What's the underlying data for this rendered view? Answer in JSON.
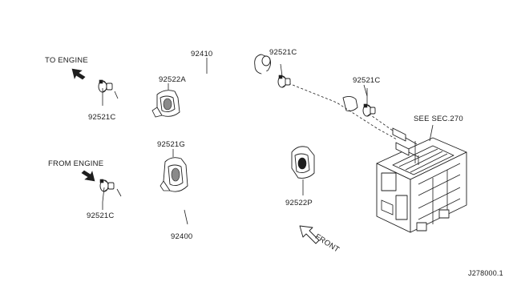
{
  "labels": {
    "to_engine": "TO ENGINE",
    "from_engine": "FROM ENGINE",
    "front": "FRONT",
    "see_sec": "SEE SEC.270",
    "diagram_id": "J278000.1"
  },
  "parts": {
    "hose_upper": "92410",
    "hose_lower": "92400",
    "clamp_c": "92521C",
    "bracket_a": "92522A",
    "bracket_g": "92521G",
    "bracket_p": "92522P"
  }
}
